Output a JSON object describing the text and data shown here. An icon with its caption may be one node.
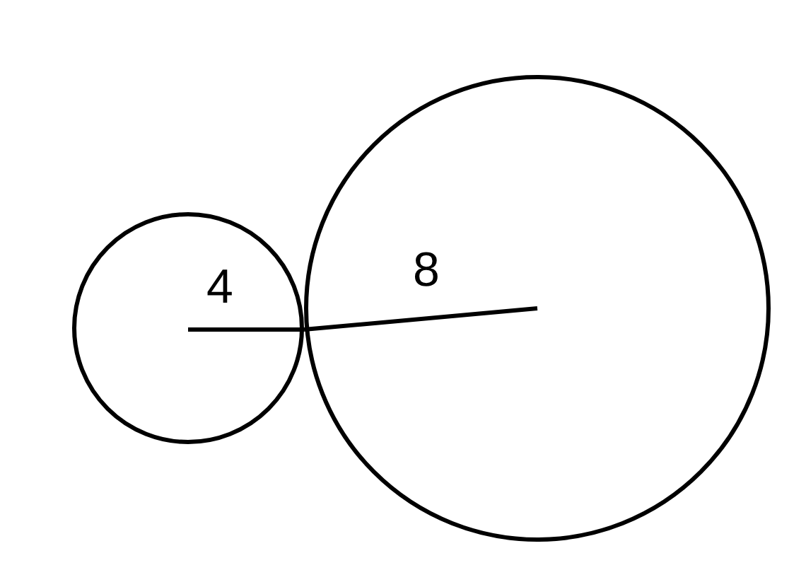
{
  "diagram": {
    "nodes": [
      {
        "text": [],
        "shape": "circle"
      },
      {
        "text": [],
        "shape": "circle"
      }
    ],
    "labels": [
      "4",
      "8"
    ]
  }
}
